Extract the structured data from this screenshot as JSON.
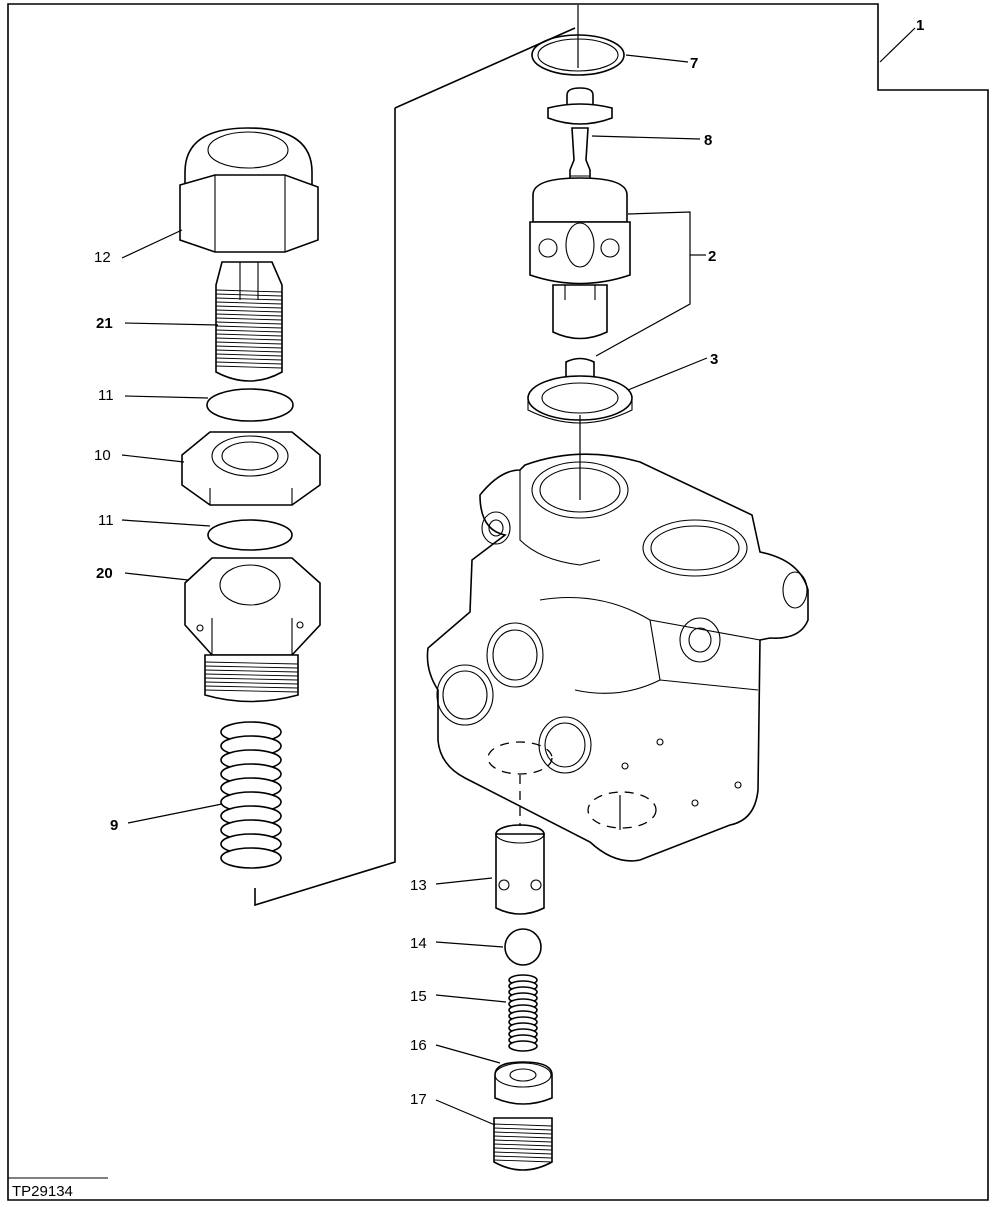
{
  "figure_id": "TP29134",
  "callouts": {
    "c1": "1",
    "c2": "2",
    "c3": "3",
    "c7": "7",
    "c8": "8",
    "c9": "9",
    "c10": "10",
    "c11a": "11",
    "c11b": "11",
    "c12": "12",
    "c13": "13",
    "c14": "14",
    "c15": "15",
    "c16": "16",
    "c17": "17",
    "c20": "20",
    "c21": "21"
  }
}
